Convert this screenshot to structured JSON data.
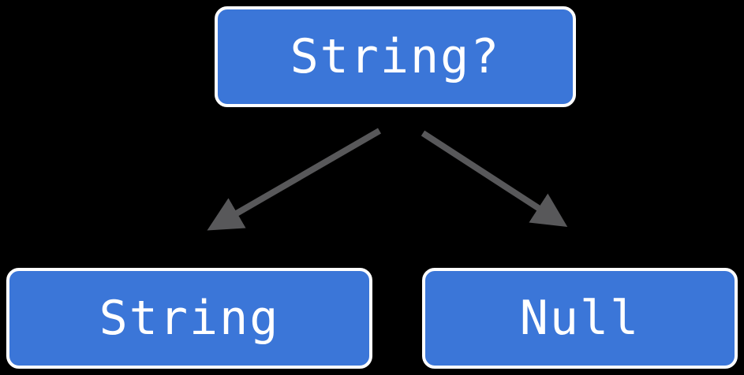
{
  "diagram": {
    "type": "tree",
    "root": {
      "id": "string-optional",
      "label": "String?"
    },
    "children": [
      {
        "id": "string",
        "label": "String"
      },
      {
        "id": "null",
        "label": "Null"
      }
    ],
    "edges": [
      {
        "from": "string-optional",
        "to": "string"
      },
      {
        "from": "string-optional",
        "to": "null"
      }
    ]
  },
  "colors": {
    "background": "#000000",
    "node-fill": "#3b76d8",
    "node-border": "#ffffff",
    "node-text": "#ffffff",
    "arrow": "#58585a"
  }
}
